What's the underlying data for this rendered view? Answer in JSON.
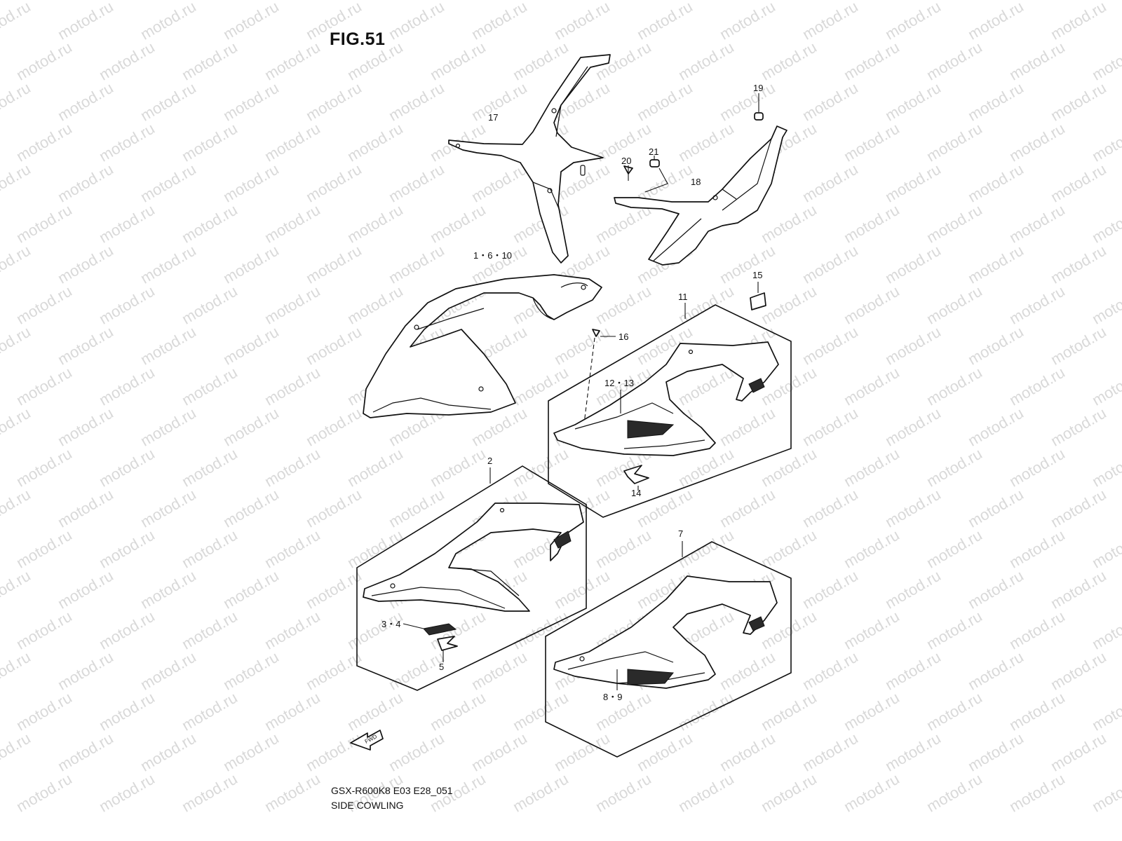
{
  "figure": {
    "title": "FIG.51"
  },
  "watermark": {
    "text": "motod.ru",
    "color": "#d9d9d9"
  },
  "callouts": {
    "c17": "17",
    "c19": "19",
    "c20": "20",
    "c21": "21",
    "c18": "18",
    "c1_6_10": "1・6・10",
    "c15": "15",
    "c11": "11",
    "c16": "16",
    "c12_13": "12・13",
    "c14": "14",
    "c2": "2",
    "c7": "7",
    "c3_4": "3・4",
    "c5": "5",
    "c8_9": "8・9"
  },
  "fwd_arrow": {
    "label": "FWD",
    "icon": "front-direction-arrow-icon"
  },
  "footer": {
    "model_code": "GSX-R600K8 E03 E28_051",
    "section_title": "SIDE COWLING"
  }
}
